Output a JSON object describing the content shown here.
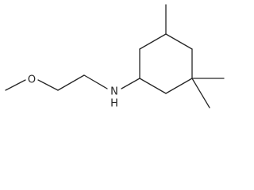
{
  "molecule": {
    "atom_labels": {
      "oxygen": "O",
      "nitrogen": "N",
      "hydrogen": "H"
    }
  }
}
